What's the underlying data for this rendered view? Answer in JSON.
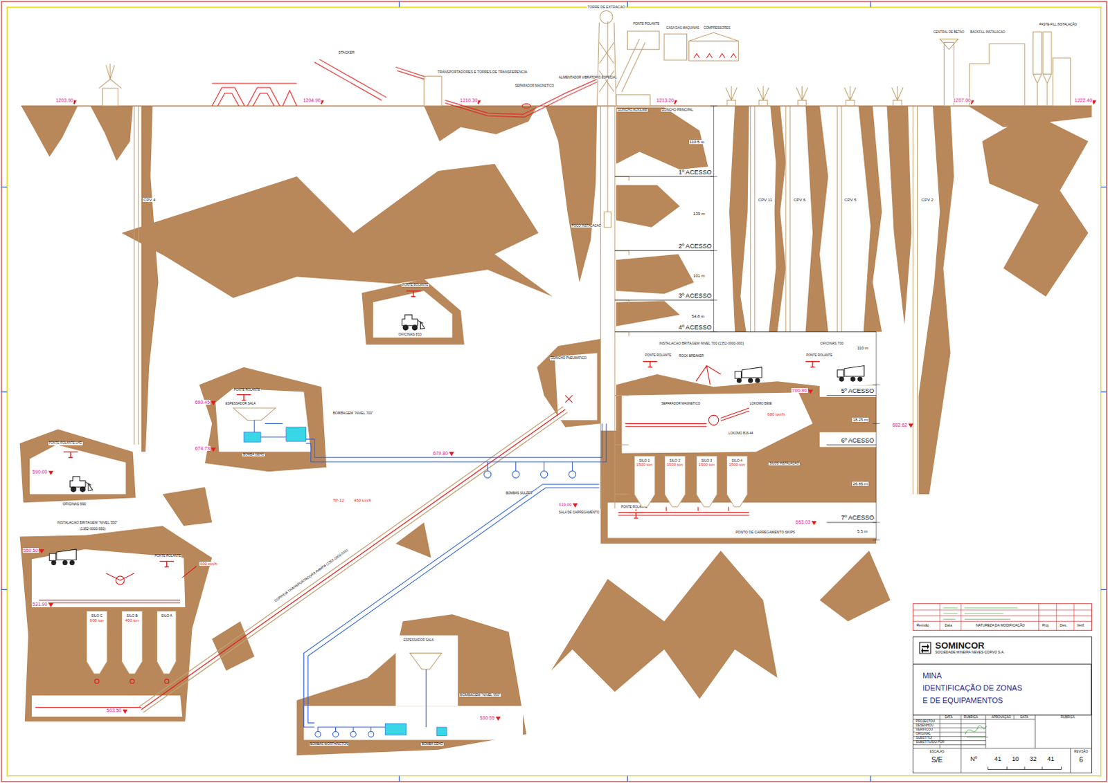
{
  "diagram": {
    "nodes": [
      {
        "text": [
          "SOMINCOR",
          "SOCIEDADE MINEIRA NEVES-CORVO S.A."
        ]
      },
      {
        "text": [
          "MINA",
          "IDENTIFICAÇÃO DE ZONAS E DE EQUIPAMENTOS"
        ]
      },
      {
        "text": [
          "SILO 1",
          "1500 ton"
        ]
      },
      {
        "text": [
          "SILO 2",
          "1500 ton"
        ]
      },
      {
        "text": [
          "SILO 3",
          "1500 ton"
        ]
      },
      {
        "text": [
          "SILO 4",
          "1500 ton"
        ]
      },
      {
        "text": [
          "SILO C",
          "600 ton"
        ]
      },
      {
        "text": [
          "SILO B",
          "400 ton"
        ]
      },
      {
        "text": [
          "SILO A"
        ]
      }
    ],
    "labels": [
      "1203.90",
      "1204.90",
      "1210.30",
      "1213.20",
      "1207.00",
      "1222.40",
      "STACKER",
      "TRANSPORTADORES E TORRES DE TRANSFERENCIA",
      "SEPARADOR MAGNETICO",
      "ALIMENTADOR VIBRATORIO ESPECIAL",
      "TORRE DE EXTRACAO",
      "PONTE ROLANTE",
      "CASA DAS MAQUINAS",
      "COMPRESSORES",
      "GUINCHO AUXILIAR",
      "GUINCHO PRINCIPAL",
      "CENTRAL DE BETAO",
      "BACKFILL INSTALACAO",
      "PASTE-FILL INSTALAÇÃO",
      "CPV 4",
      "CPV 11",
      "CPV 6",
      "CPV 5",
      "CPV 2",
      "POCO INSTALACAO",
      "110.5 m",
      "1º ACESSO",
      "139 m",
      "2º ACESSO",
      "101 m",
      "3º ACESSO",
      "54.8 m",
      "4º ACESSO",
      "110 m",
      "5º ACESSO",
      "18.25 m",
      "6º ACESSO",
      "26.85 m",
      "7º ACESSO",
      "5.5 m",
      "PONTO DE CARREGAMENTO SKIPS",
      "PONTE ROLANTE",
      "OFICINAS 810",
      "INSTALACAO BRITAGEM NIVEL 700 (1352-0000-000)",
      "OFICINAS 700",
      "PONTE ROLANTE",
      "ROCK BREAKER",
      "PONTE ROLANTE",
      "700.90",
      "LOKOMO B90E",
      "600 ton/h",
      "SEPARADOR MAGNETICO",
      "LOKOMO B16-44",
      "682.62",
      "SILOS INSTALACAO",
      "653.03",
      "PONTE ROLANTE",
      "619.00",
      "SALA DE CARREGAMENTO",
      "GUINCHO PNEUMATICO",
      "PONTE ROLANTE",
      "ESPESSADOR SALA",
      "BOMBAGEM \"NIVEL 700\"",
      "690.45",
      "674.73",
      "BOMBA GEHO",
      "679.80",
      "BOMBAS SULZER",
      "TP-12",
      "450 ton/h",
      "CORREIA TRANSPORTADORA RAMPA (1352-0000-010)",
      "PONTE ROLANTE LHD",
      "590.00",
      "OFICINAS 590",
      "INSTALACAO BRITAGEM \"NIVEL 550\"",
      "(1352-0000-550)",
      "PONTE ROLANTE",
      "400 ton/h",
      "550.50",
      "531.90",
      "503.50",
      "ESPESSADOR SALA",
      "BOMBAGEM \"NIVEL 550\"",
      "BOMBAS WORTHINGTON",
      "BOMBA GEHO",
      "530.55",
      "Revisão",
      "Data",
      "NATUREZA DA MODIFICAÇÃO",
      "Proj.",
      "Des.",
      "Verif.",
      "PROJECTOU",
      "DESENHOU",
      "VERIFICOU",
      "ORIGINAL",
      "SUBSTITUI",
      "SUBSTITUÍDO POR",
      "DATA",
      "RUBRICA",
      "APROVAÇÃO",
      "DATA",
      "RUBRICA",
      "ESCALAS",
      "S/E",
      "Nº",
      "41",
      "10",
      "32",
      "41",
      "REVISÃO",
      "6"
    ]
  }
}
